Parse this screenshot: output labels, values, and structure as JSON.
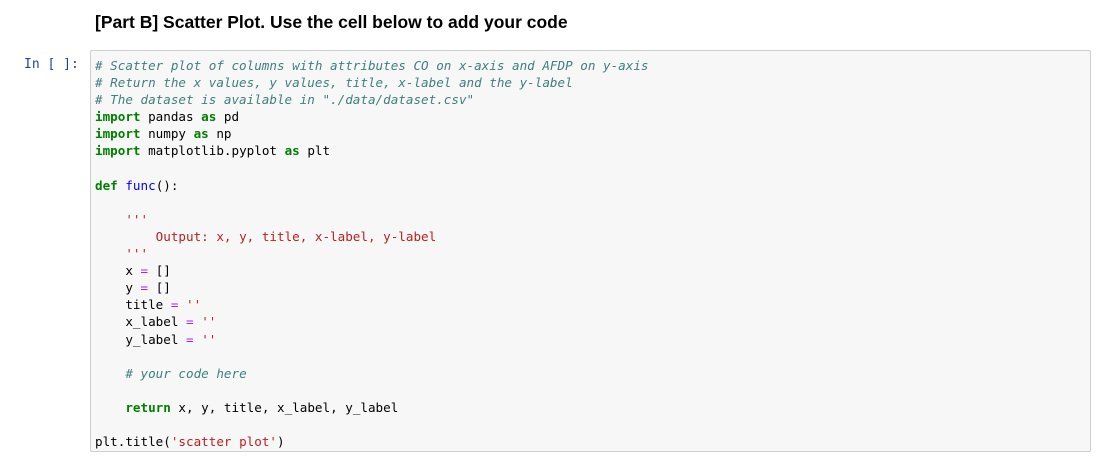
{
  "markdown": {
    "heading": "[Part B] Scatter Plot. Use the cell below to add your code"
  },
  "cell": {
    "prompt": "In [ ]:",
    "lines": {
      "l1": "# Scatter plot of columns with attributes CO on x-axis and AFDP on y-axis",
      "l2": "# Return the x values, y values, title, x-label and the y-label",
      "l3": "# The dataset is available in \"./data/dataset.csv\"",
      "import_kw": "import",
      "as_kw": "as",
      "l4_mod": " pandas ",
      "l4_alias": " pd",
      "l5_mod": " numpy ",
      "l5_alias": " np",
      "l6_mod": " matplotlib.pyplot ",
      "l6_alias": " plt",
      "def_kw": "def",
      "func_name": "func",
      "func_tail": "():",
      "docstring_quote": "'''",
      "docstring_body": "    Output: x, y, title, x-label, y-label",
      "x_name": "x ",
      "y_name": "y ",
      "title_name": "title ",
      "xlabel_name": "x_label ",
      "ylabel_name": "y_label ",
      "assign_op": "=",
      "empty_list": " []",
      "empty_str": " ''",
      "your_code_comment": "# your code here",
      "return_kw": "return",
      "return_vals": " x, y, title, x_label, y_label",
      "plt_title_call": "plt.title(",
      "plt_title_arg": "'scatter plot'",
      "plt_title_close": ")"
    }
  },
  "colors": {
    "comment": "#408080",
    "keyword": "#008000",
    "function": "#0000ff",
    "string": "#ba2121",
    "operator": "#aa22ff",
    "prompt": "#303f9f",
    "cell_bg": "#f7f7f7",
    "cell_border": "#cfcfcf"
  }
}
